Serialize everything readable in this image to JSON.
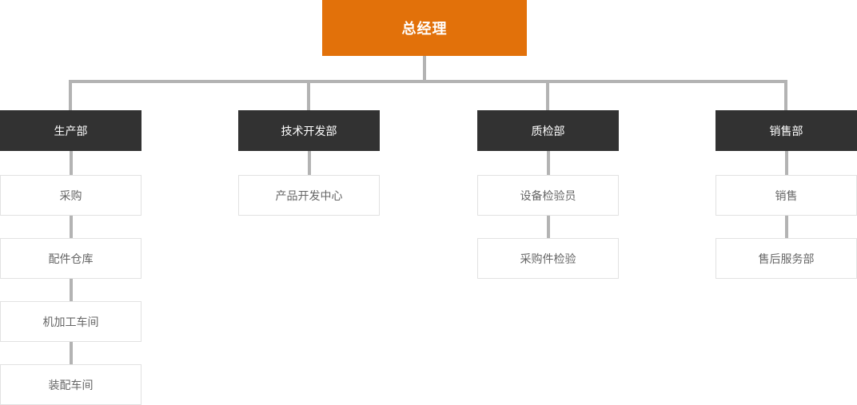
{
  "chart": {
    "type": "org-chart",
    "root": {
      "label": "总经理"
    },
    "columns": [
      {
        "head": "生产部",
        "children": [
          "采购",
          "配件仓库",
          "机加工车间",
          "装配车间"
        ]
      },
      {
        "head": "技术开发部",
        "children": [
          "产品开发中心"
        ]
      },
      {
        "head": "质检部",
        "children": [
          "设备检验员",
          "采购件检验"
        ]
      },
      {
        "head": "销售部",
        "children": [
          "销售",
          "售后服务部"
        ]
      }
    ],
    "colors": {
      "root_bg": "#e2710a",
      "root_text": "#ffffff",
      "dept_bg": "#323232",
      "dept_text": "#ffffff",
      "connector": "#b3b3b3",
      "node_bg": "#ffffff",
      "node_border": "#e2e2e2",
      "node_text": "#666666",
      "background": "#ffffff"
    }
  }
}
